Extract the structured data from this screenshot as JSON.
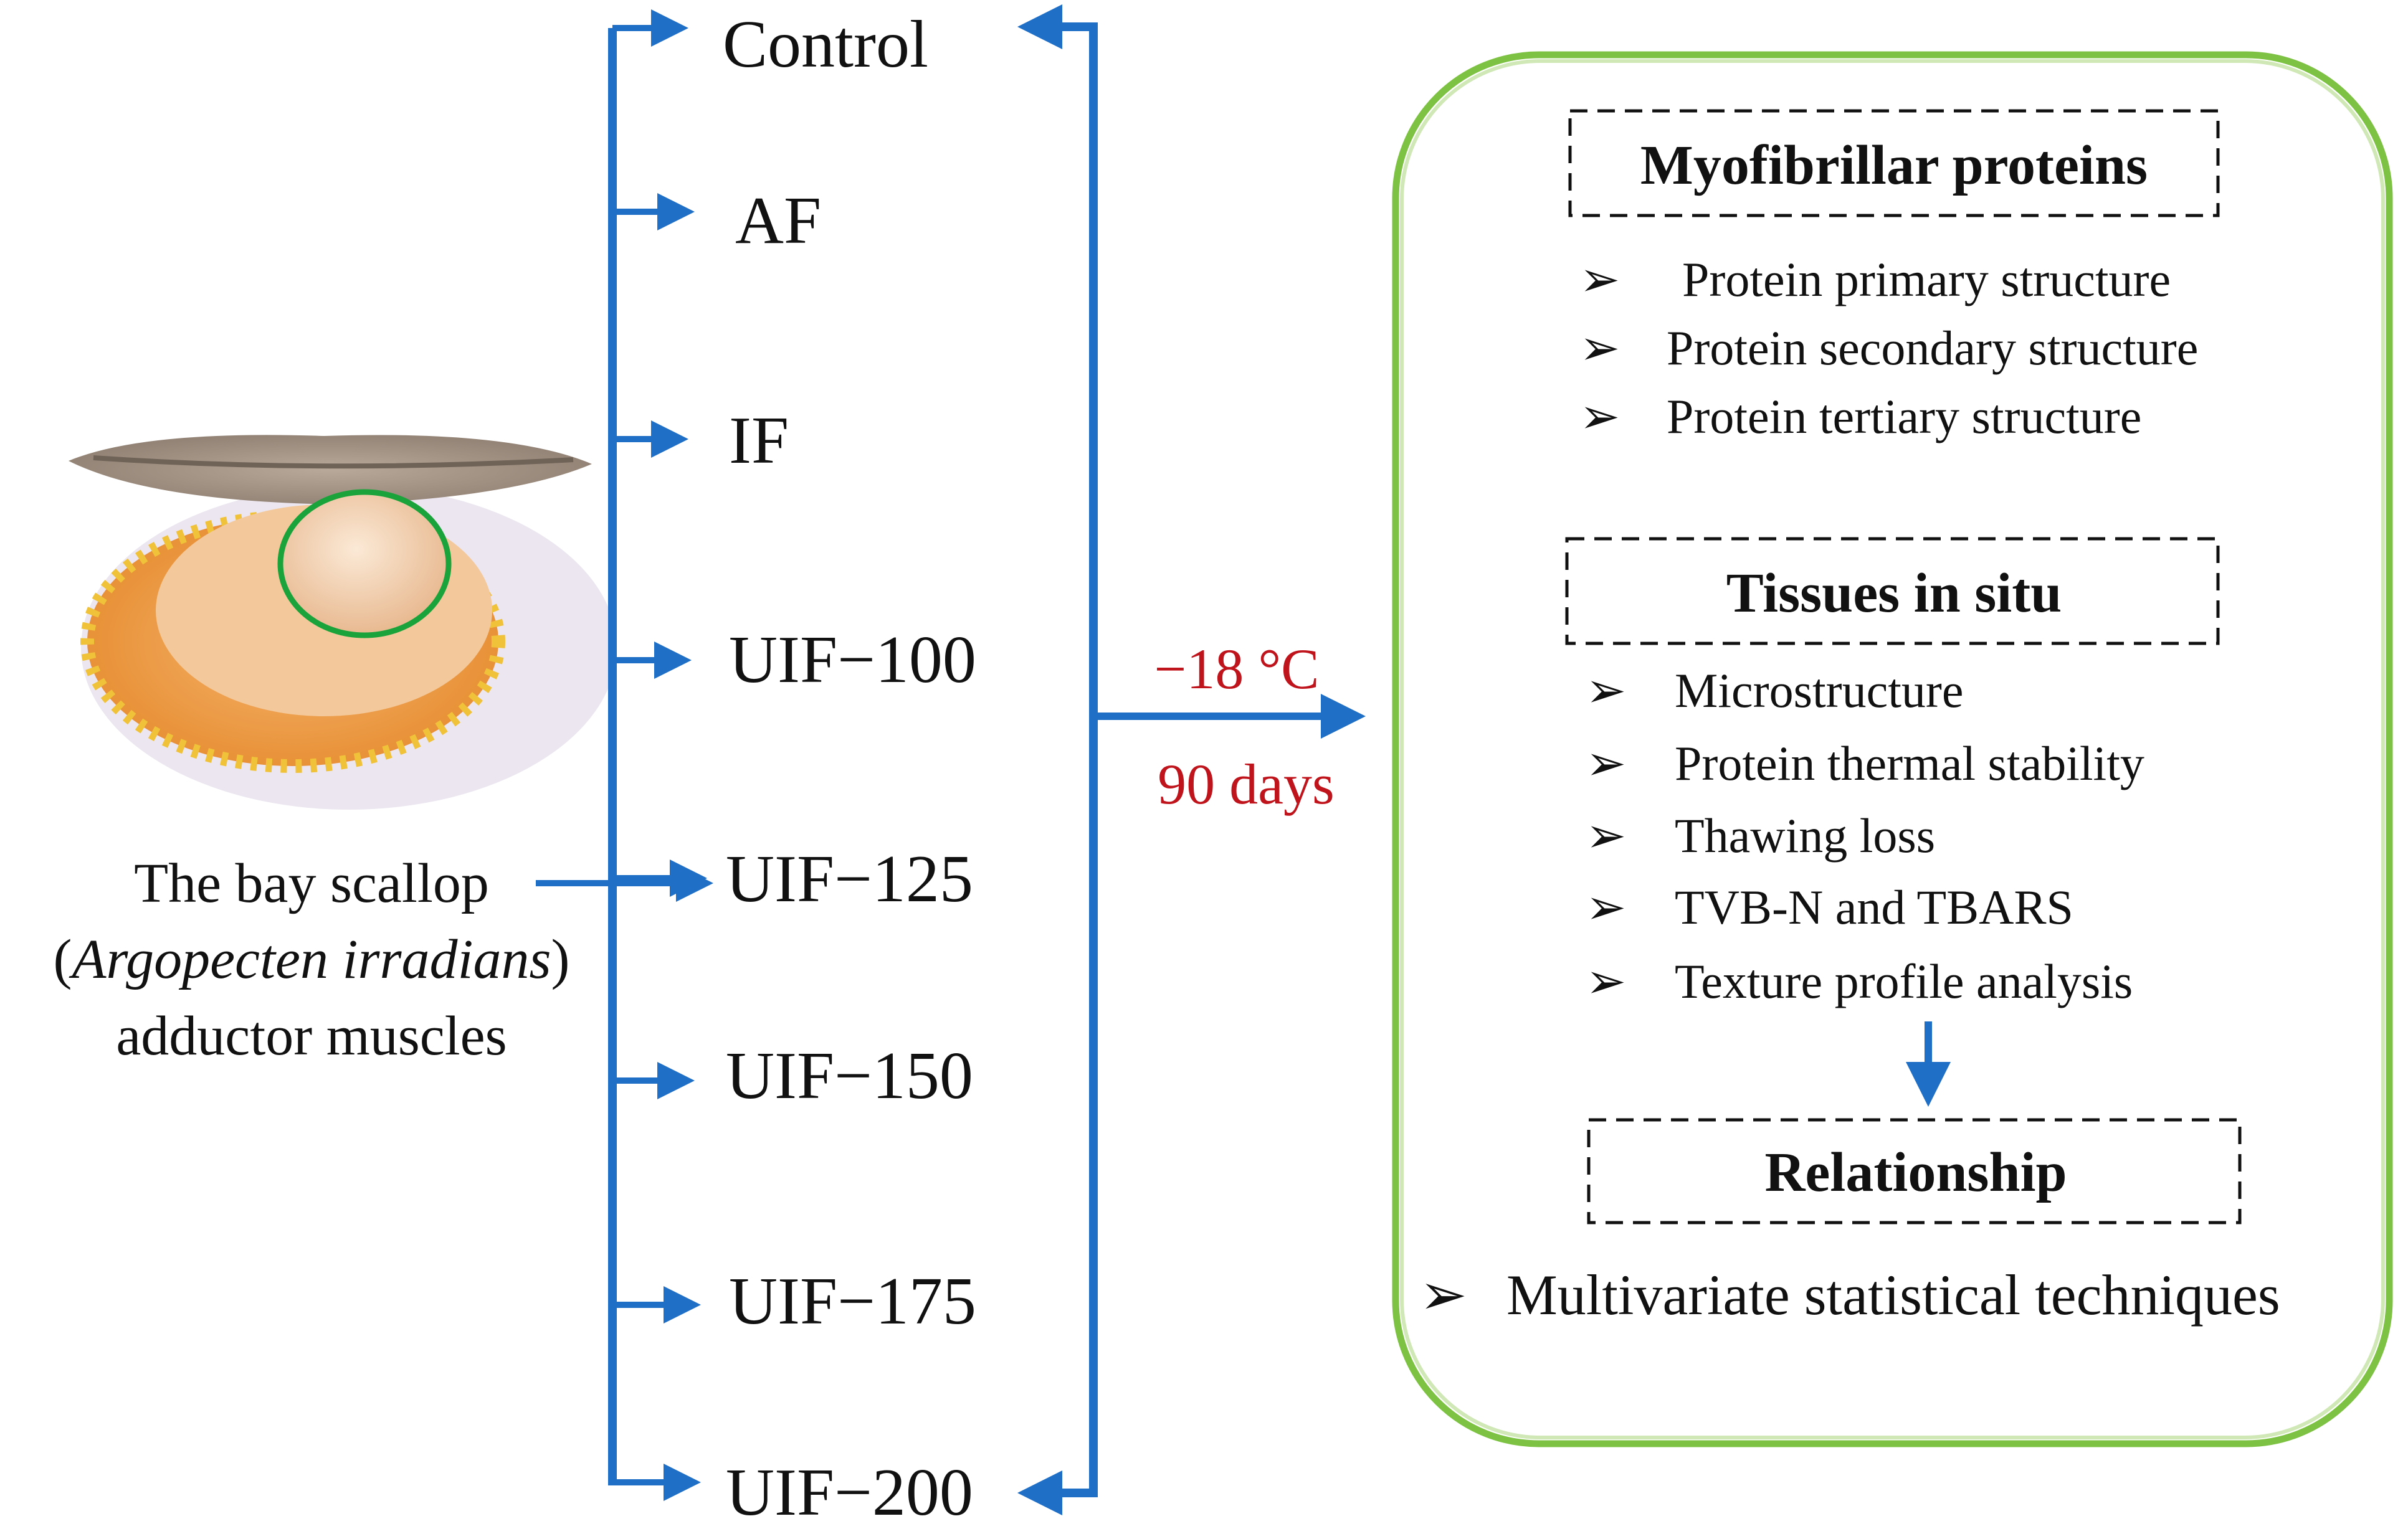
{
  "scallop": {
    "label_line1": "The bay scallop",
    "label_line2_paren_open": "(",
    "label_line2_species": "Argopecten irradians",
    "label_line2_paren_close": ")",
    "label_line3": "adductor muscles"
  },
  "groups": [
    "Control",
    "AF",
    "IF",
    "UIF−100",
    "UIF−125",
    "UIF−150",
    "UIF−175",
    "UIF−200"
  ],
  "storage": {
    "temperature": "−18 °C",
    "duration": "90 days"
  },
  "analysis": {
    "myofibrillar": {
      "title": "Myofibrillar proteins",
      "items": [
        "Protein primary structure",
        "Protein secondary structure",
        "Protein tertiary structure"
      ]
    },
    "tissues": {
      "title": "Tissues in situ",
      "items": [
        "Microstructure",
        "Protein thermal stability",
        "Thawing loss",
        "TVB-N and TBARS",
        "Texture profile analysis"
      ]
    },
    "relationship": {
      "title": "Relationship",
      "items": [
        "Multivariate statistical techniques"
      ]
    }
  },
  "colors": {
    "arrow_blue": "#1f6fc6",
    "condition_red": "#c0141c",
    "panel_border": "#7dc242"
  }
}
